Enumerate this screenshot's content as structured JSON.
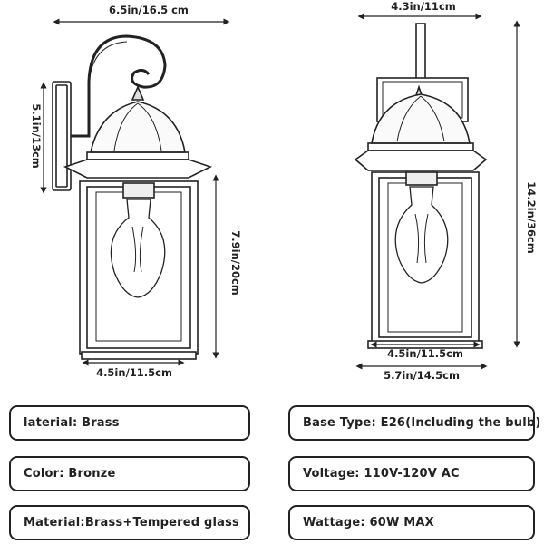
{
  "dimensions": {
    "left_width_top": "6.5in/16.5 cm",
    "left_backplate_height": "5.1in/13cm",
    "left_body_height": "7.9in/20cm",
    "left_body_width": "4.5in/11.5cm",
    "right_backplate_width": "4.3in/11cm",
    "right_total_height": "14.2in/36cm",
    "right_body_width": "4.5in/11.5cm",
    "right_roof_width": "5.7in/14.5cm"
  },
  "specs": {
    "material": "laterial: Brass",
    "color": "Color: Bronze",
    "material_full": "Material:Brass+Tempered glass",
    "base_type": "Base Type: E26(Including the bulb)",
    "voltage": "Voltage: 110V-120V AC",
    "wattage": "Wattage: 60W MAX"
  }
}
